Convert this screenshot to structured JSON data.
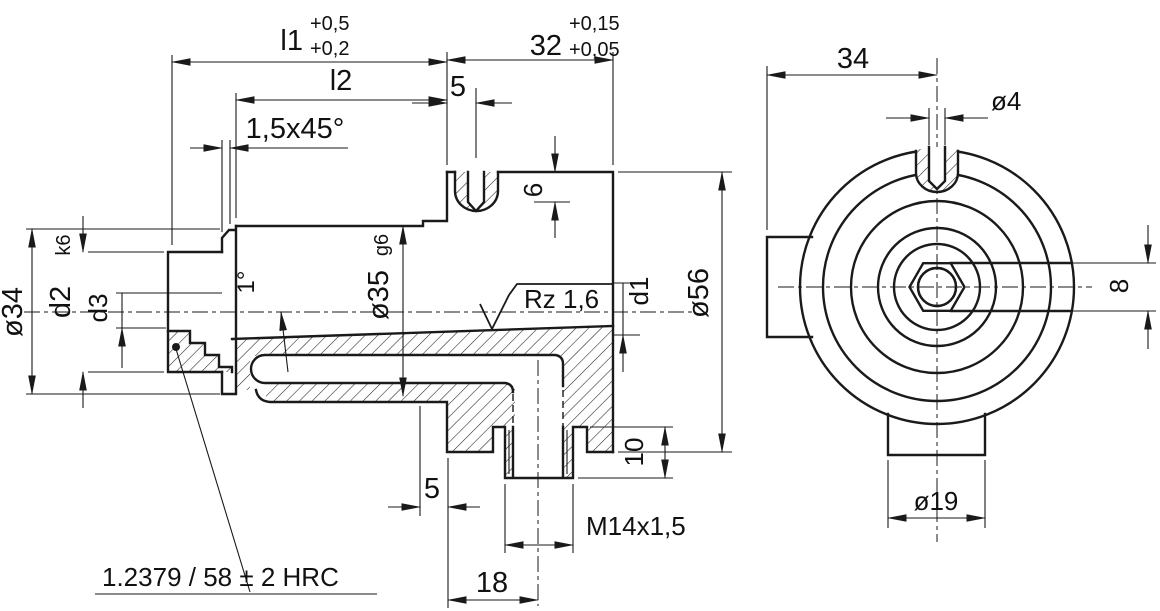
{
  "colors": {
    "line": "#1a1a1a",
    "background": "#ffffff"
  },
  "section_view": {
    "dims": {
      "l1": {
        "label": "l1",
        "tol_upper": "+0,5",
        "tol_lower": "+0,2"
      },
      "l2": "l2",
      "width_32": {
        "value": "32",
        "tol_upper": "+0,15",
        "tol_lower": "+0,05"
      },
      "offset_5_top": "5",
      "chamfer": "1,5x45°",
      "dia_35": {
        "value": "ø35",
        "fit": "g6"
      },
      "depth_6": "6",
      "roughness": "Rz 1,6",
      "d1": "d1",
      "dia_56": "ø56",
      "dia_34": "ø34",
      "d2": {
        "value": "d2",
        "fit": "k6"
      },
      "d3": "d3",
      "taper_angle": "1°",
      "offset_5_bottom": "5",
      "thread": "M14x1,5",
      "offset_18": "18",
      "height_10": "10"
    },
    "note_material_hardness": "1.2379 / 58 ± 2 HRC"
  },
  "front_view": {
    "dims": {
      "width_34": "34",
      "dia_4": "ø4",
      "slot_8": "8",
      "dia_19": "ø19"
    }
  }
}
